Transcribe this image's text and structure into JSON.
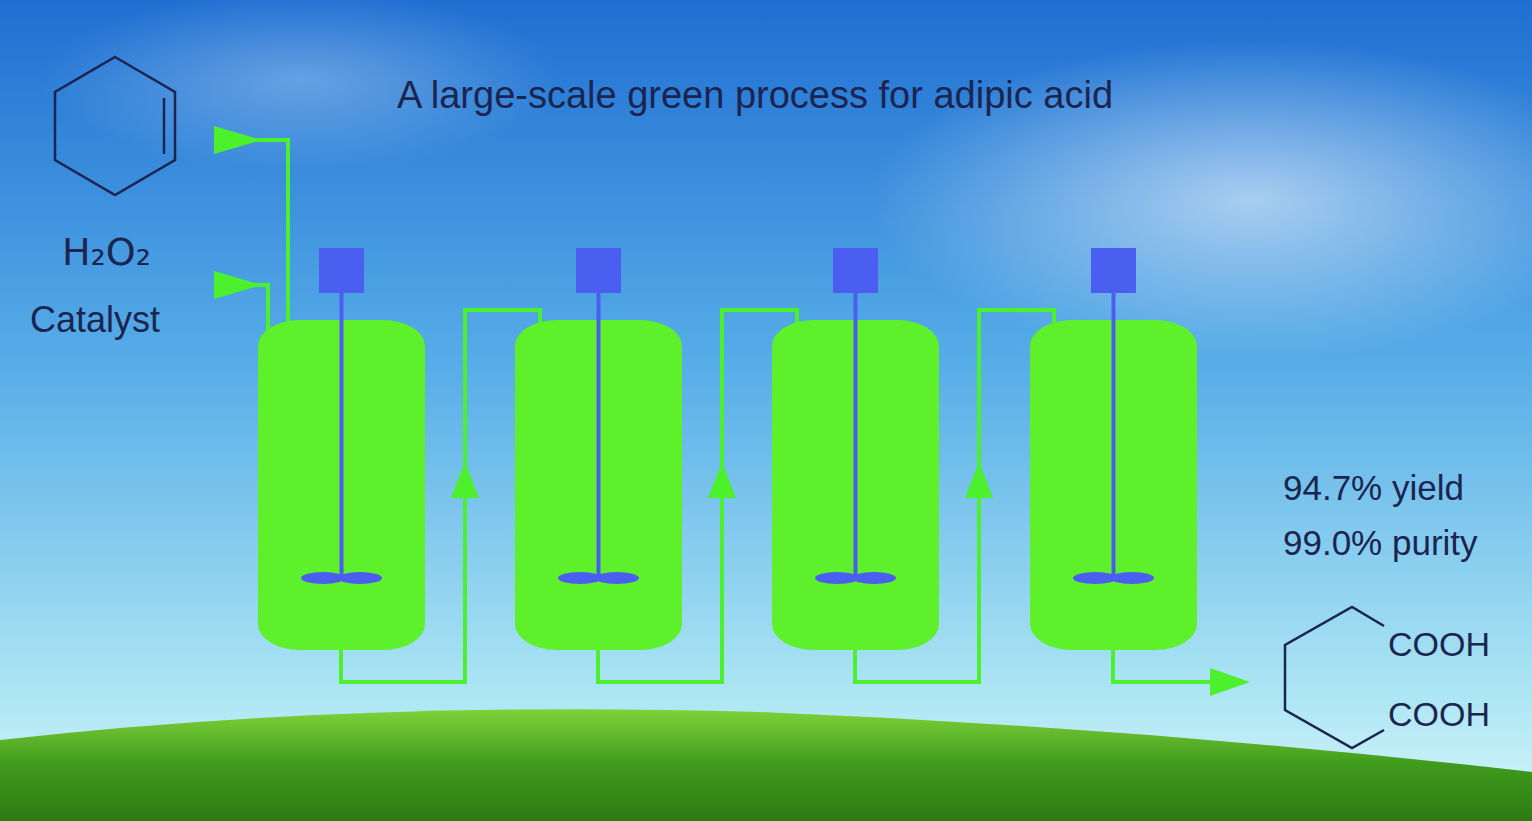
{
  "diagram": {
    "title": "A large-scale green process for adipic acid",
    "labels": [
      "H₂O₂",
      "Catalyst",
      "94.7% yield",
      "99.0% purity",
      "COOH",
      "COOH"
    ]
  }
}
